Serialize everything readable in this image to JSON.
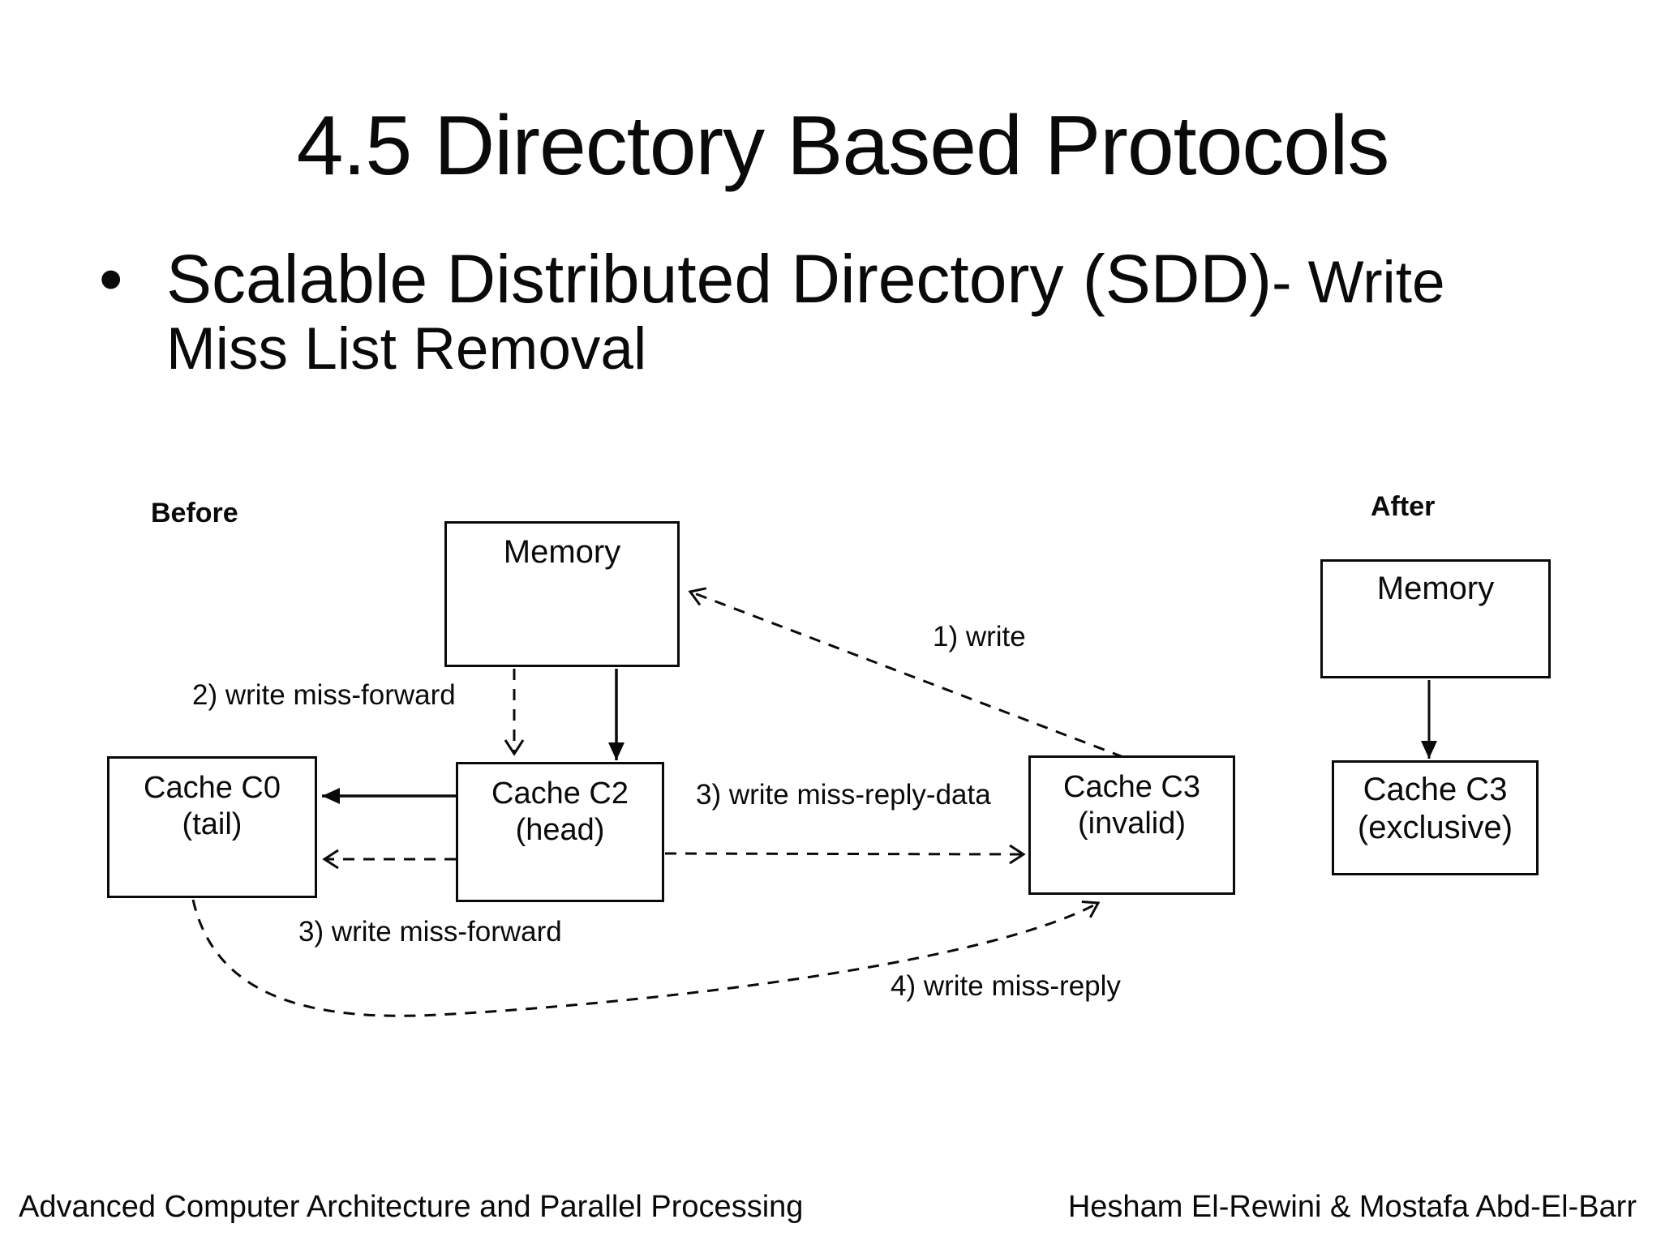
{
  "slide": {
    "title": "4.5 Directory Based Protocols",
    "bullet": {
      "marker": "•",
      "line1_main": "Scalable Distributed Directory (SDD)",
      "line1_suffix": "- Write",
      "line2": "Miss List Removal"
    }
  },
  "diagram": {
    "before": {
      "label": "Before",
      "memory": {
        "title": "Memory"
      },
      "cache_c0": {
        "title": "Cache C0",
        "subtitle": "(tail)"
      },
      "cache_c2": {
        "title": "Cache C2",
        "subtitle": "(head)"
      },
      "cache_c3": {
        "title": "Cache C3",
        "subtitle": "(invalid)"
      },
      "edges": {
        "write_1": "1) write",
        "miss_forward_2": "2) write miss-forward",
        "miss_reply_data_3": "3) write miss-reply-data",
        "miss_forward_3": "3) write miss-forward",
        "miss_reply_4": "4) write miss-reply"
      }
    },
    "after": {
      "label": "After",
      "memory": {
        "title": "Memory"
      },
      "cache_c3": {
        "title": "Cache C3",
        "subtitle": "(exclusive)"
      }
    }
  },
  "footer": {
    "left": "Advanced Computer Architecture and Parallel Processing",
    "right": "Hesham El-Rewini & Mostafa Abd-El-Barr"
  },
  "colors": {
    "background": "#ffffff",
    "ink": "#0a0a0a"
  }
}
